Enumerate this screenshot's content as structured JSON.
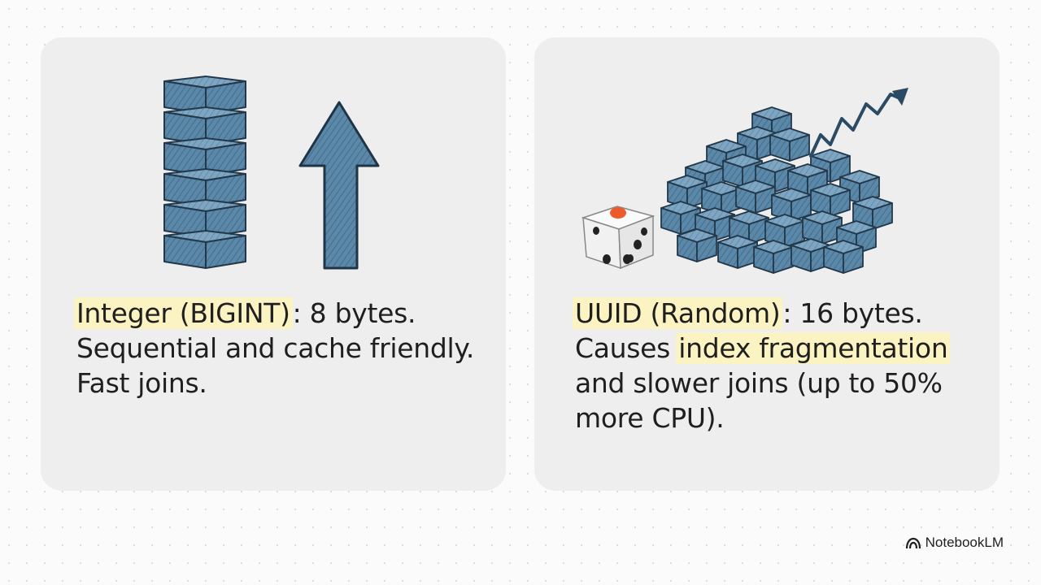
{
  "cards": [
    {
      "title": "Integer (BIGINT)",
      "rest_of_line": ": 8 bytes.",
      "body": "Sequential and cache friendly. Fast joins.",
      "illustration_icons": [
        "stacked-blocks-icon",
        "up-arrow-icon"
      ]
    },
    {
      "title": "UUID (Random)",
      "rest_of_line": ": 16 bytes.",
      "body_prefix": "Causes ",
      "highlight": "index fragmentation",
      "body_suffix": " and slower joins (up to 50% more CPU).",
      "illustration_icons": [
        "dice-icon",
        "scattered-blocks-icon",
        "rising-zigzag-arrow-icon"
      ]
    }
  ],
  "brand": {
    "label": "NotebookLM"
  },
  "colors": {
    "block": "#4f7fa1",
    "block_dark": "#2b4a63",
    "highlight": "#fcf3c3",
    "card": "#eeeeee",
    "die_dot": "#ec5b2c"
  }
}
